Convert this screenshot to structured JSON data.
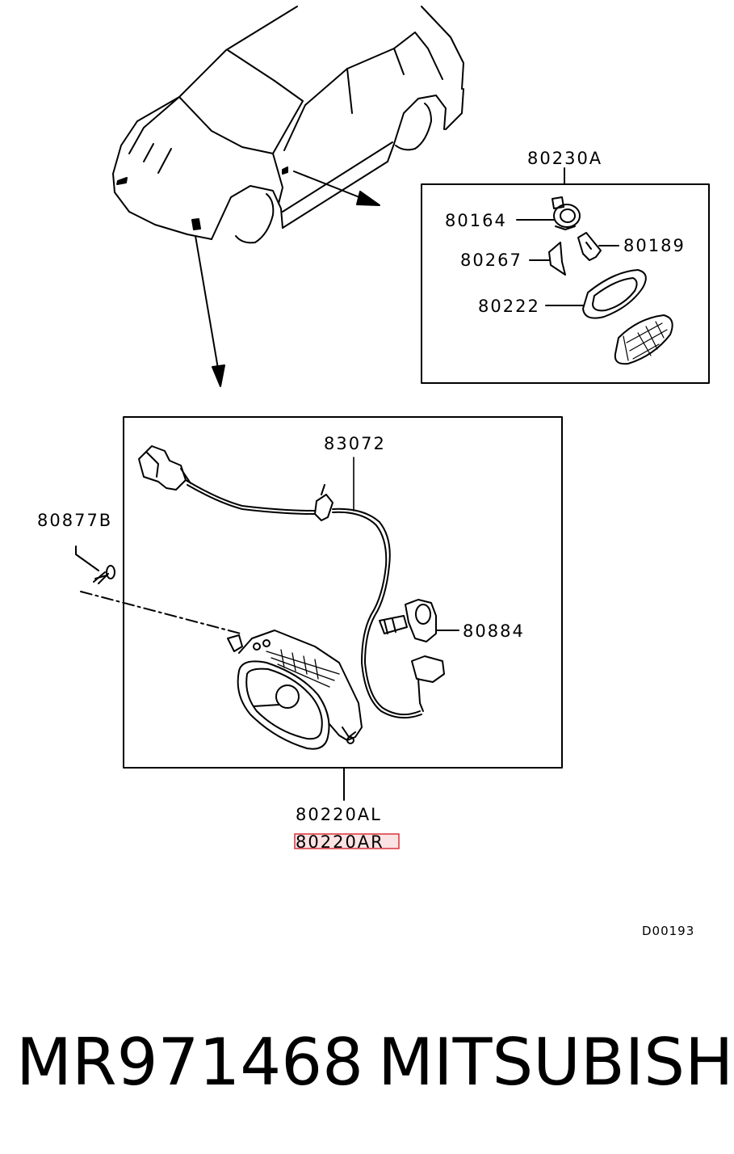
{
  "diagram": {
    "labels": {
      "side_marker_assembly": "80230A",
      "socket": "80164",
      "bulb_small": "80189",
      "clip": "80267",
      "gasket": "80222",
      "harness": "83072",
      "screw": "80877B",
      "fog_bulb": "80884",
      "fog_lamp_left": "80220AL",
      "fog_lamp_right": "80220AR"
    },
    "drawing_code": "D00193",
    "highlight_color": "#d9323a"
  },
  "footer": {
    "part_number": "MR971468",
    "brand": "MITSUBISHI"
  }
}
